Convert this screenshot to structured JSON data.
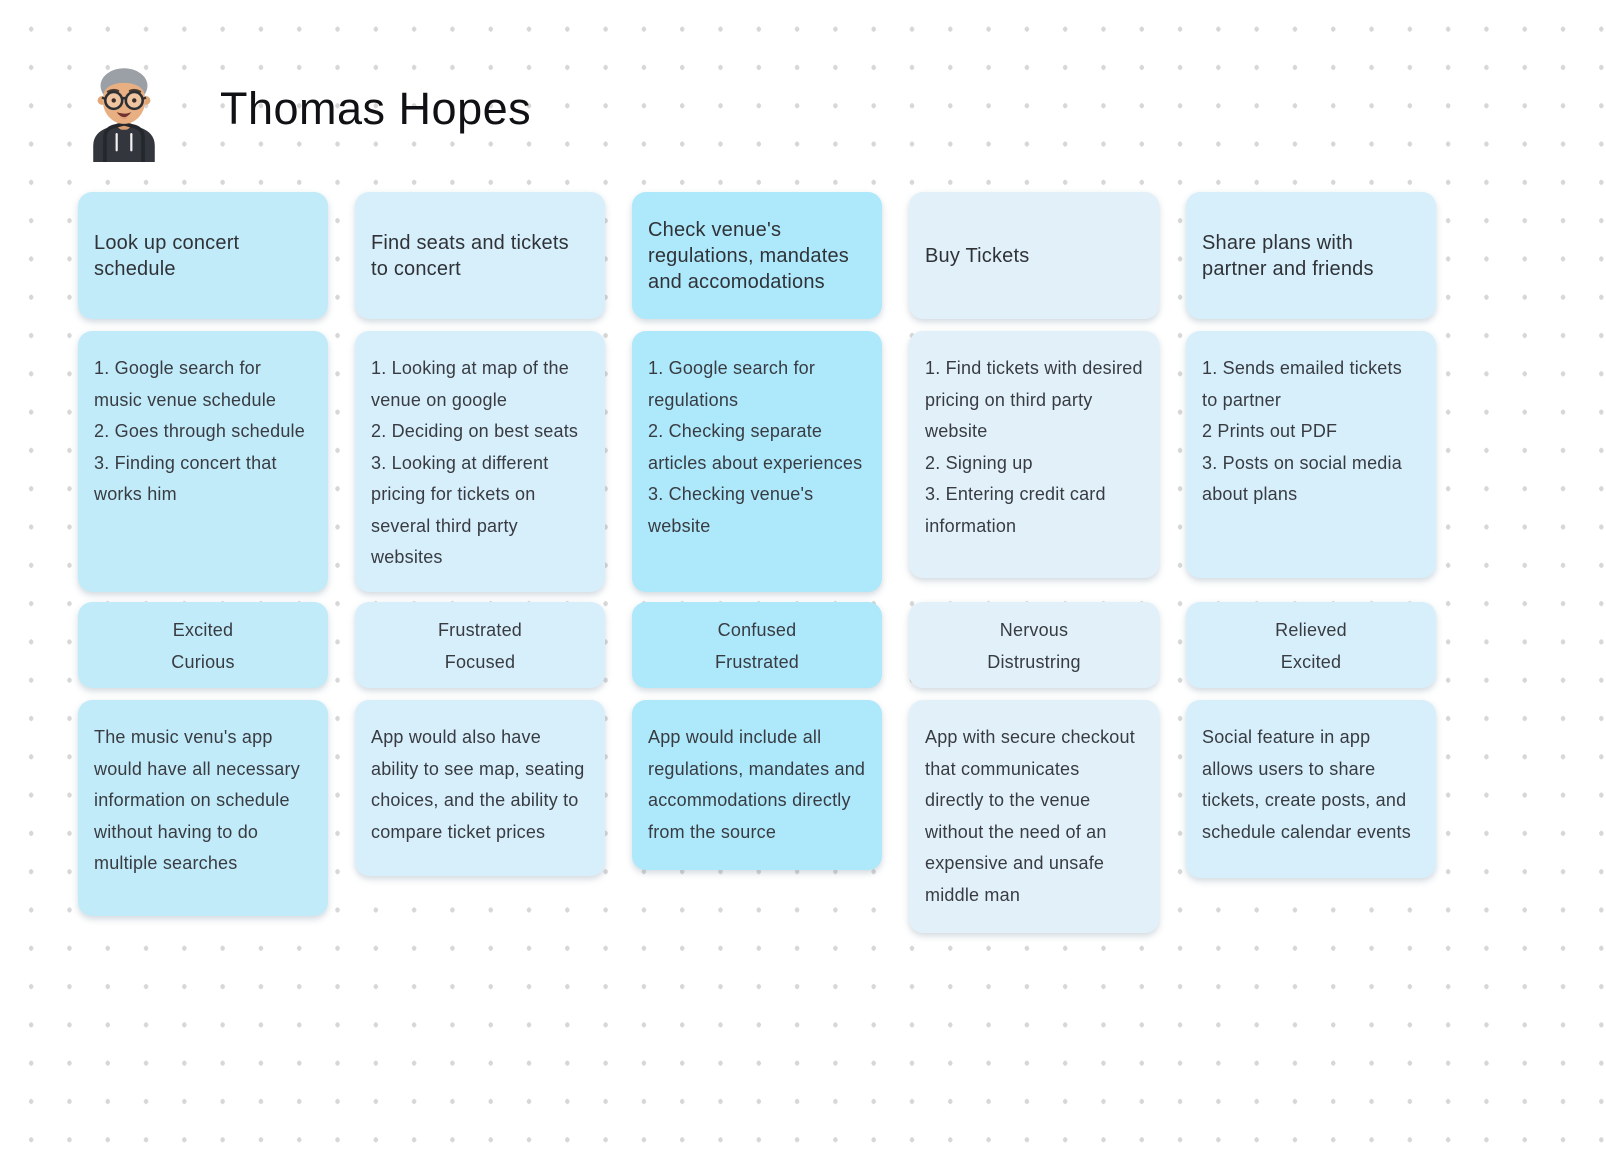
{
  "board": {
    "title": "Thomas Hopes",
    "avatar": "man-with-glasses-and-dark-hoodie"
  },
  "columns": [
    {
      "title": "Look up concert schedule",
      "color": "#c2ebf9",
      "steps": [
        "1. Google search for music venue schedule",
        "2. Goes through schedule",
        "3. Finding concert that works him"
      ],
      "emotions": [
        "Excited",
        "Curious"
      ],
      "solution": "The music venu's app would have all necessary information on schedule without having to do multiple searches"
    },
    {
      "title": "Find seats and tickets to concert",
      "color": "#d7eefb",
      "steps": [
        "1. Looking at map of the venue on google",
        "2. Deciding on best seats",
        "3. Looking at different pricing for tickets on several third party websites"
      ],
      "emotions": [
        "Frustrated",
        "Focused"
      ],
      "solution": "App would also have ability to see map, seating choices, and the ability to compare ticket prices"
    },
    {
      "title": "Check venue's regulations, mandates and accomodations",
      "color": "#aee8fb",
      "steps": [
        "1. Google search for regulations",
        "2.  Checking separate articles about experiences",
        "3. Checking venue's website"
      ],
      "emotions": [
        "Confused",
        "Frustrated"
      ],
      "solution": "App would include all regulations, mandates and accommodations directly from the source"
    },
    {
      "title": "Buy Tickets",
      "color": "#e2f1f9",
      "steps": [
        "1. Find tickets with desired pricing on third party website",
        "2. Signing up",
        "3. Entering credit card information"
      ],
      "emotions": [
        "Nervous",
        "Distrustring"
      ],
      "solution": "App with secure checkout that communicates directly to the venue without the need of an expensive and unsafe middle man"
    },
    {
      "title": "Share plans with partner and friends",
      "color": "#d7effb",
      "steps": [
        "1. Sends emailed tickets to partner",
        "2 Prints out PDF",
        "3. Posts on social media about plans"
      ],
      "emotions": [
        "Relieved",
        "Excited"
      ],
      "solution": "Social feature in app allows users to share tickets, create posts, and schedule calendar events"
    }
  ]
}
